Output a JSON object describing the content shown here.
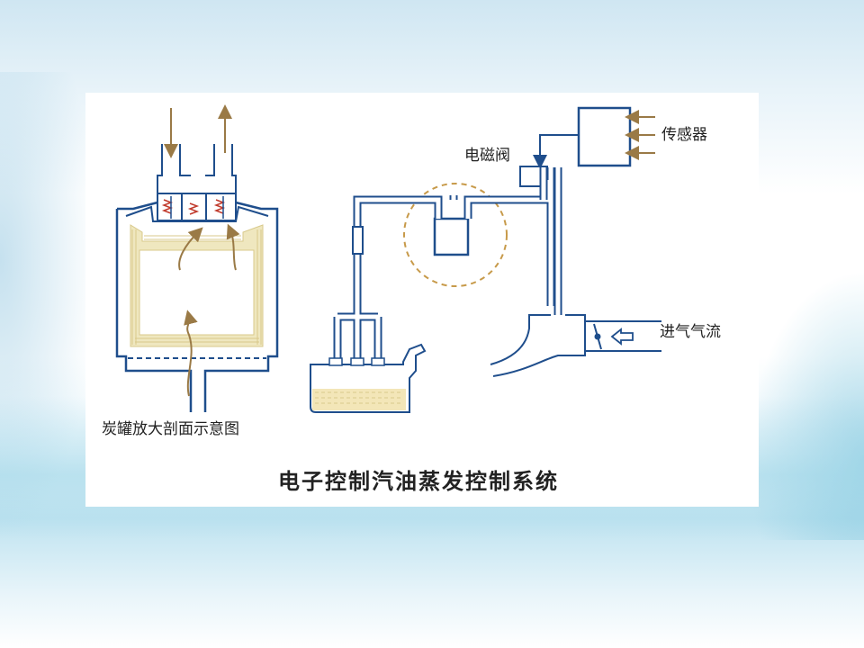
{
  "labels": {
    "sensor": "传感器",
    "solenoid_valve": "电磁阀",
    "intake_airflow": "进气气流",
    "canister_section": "炭罐放大剖面示意图"
  },
  "caption": "电子控制汽油蒸发控制系统",
  "colors": {
    "pipe": "#1f4e8c",
    "pipe_fill": "#ffffff",
    "arrow": "#9a7a46",
    "carbon": "#e6dcaa",
    "highlight_circle": "#c79a4a",
    "fuel": "#f3e6b8",
    "spring": "#c0392b"
  }
}
